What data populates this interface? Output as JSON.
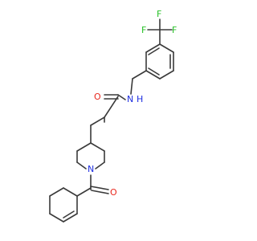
{
  "colors": {
    "bond": "#3a3a3a",
    "carbon": "#3a3a3a",
    "oxygen": "#e8271d",
    "nitrogen": "#1f2fe0",
    "fluorine": "#27c127",
    "hydrogen": "#1f2fe0",
    "background": "#ffffff"
  },
  "labels": {
    "f1": "F",
    "f2": "F",
    "f3": "F",
    "o_amide": "O",
    "n_amide": "N",
    "h_amide": "H",
    "n_piperidine": "N",
    "o_carbonyl": "O"
  }
}
